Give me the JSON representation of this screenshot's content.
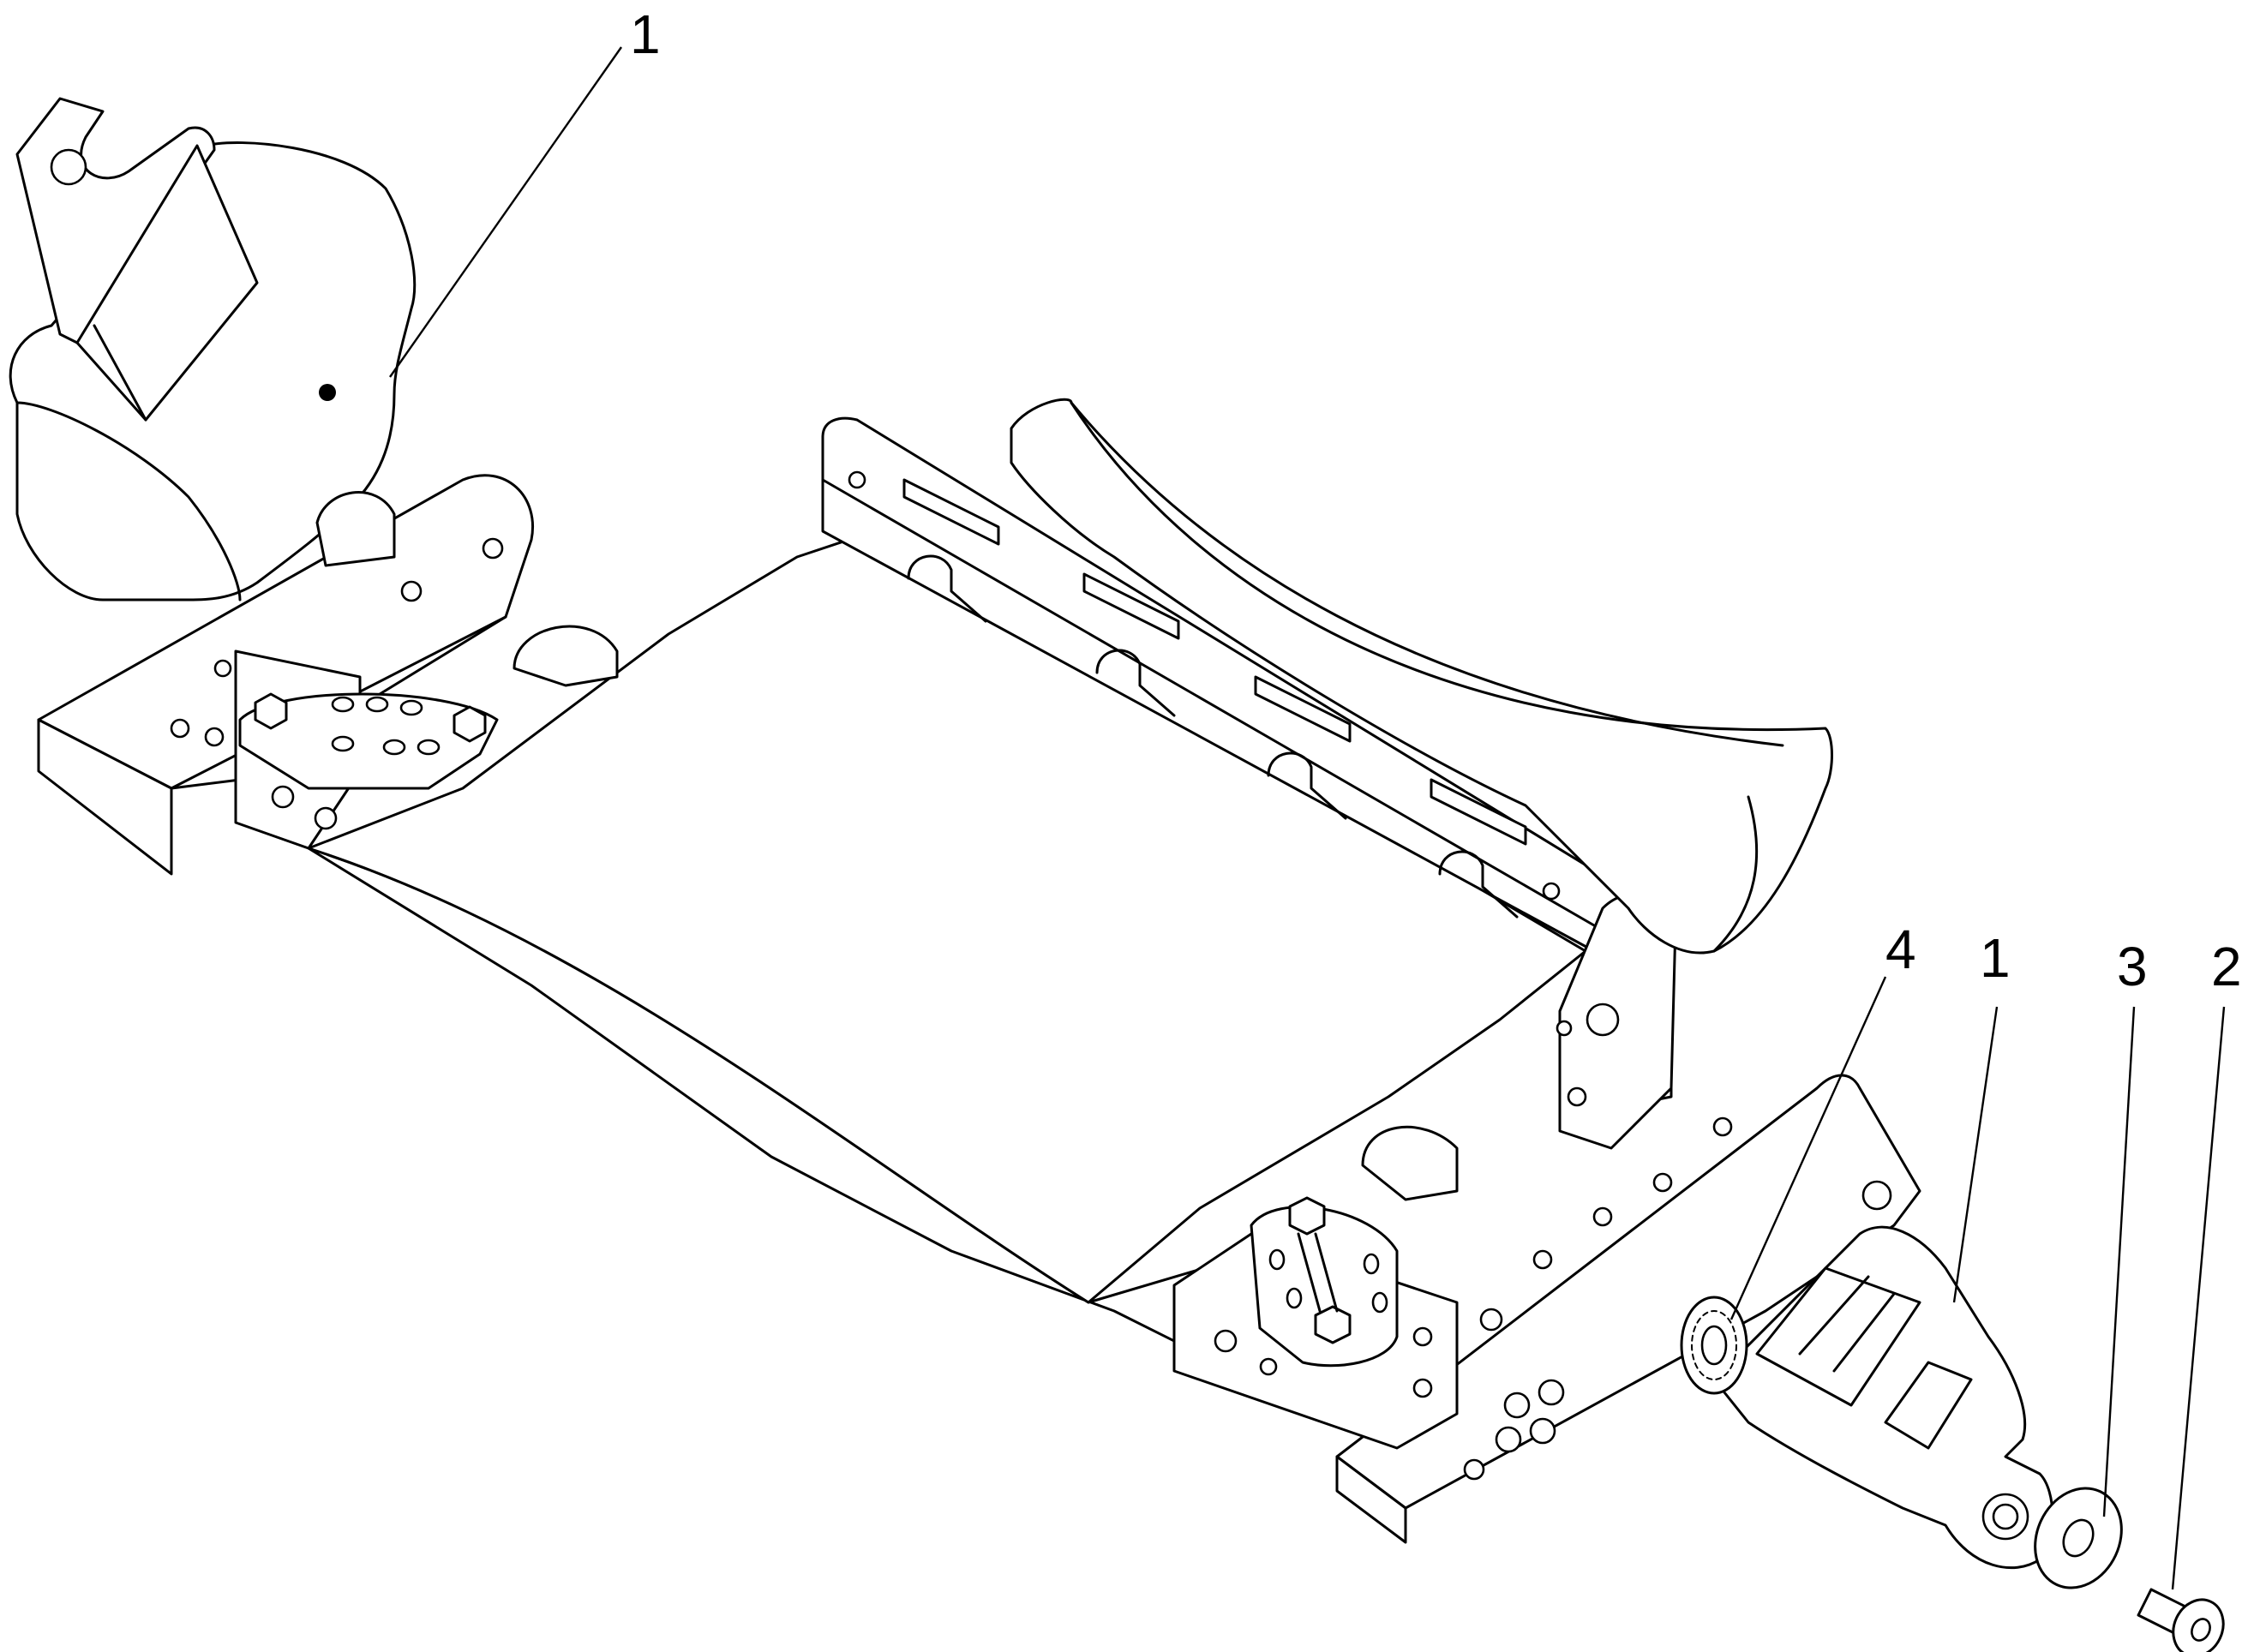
{
  "callouts": {
    "c1_top": "1",
    "c4": "4",
    "c1_right": "1",
    "c3": "3",
    "c2": "2"
  },
  "colors": {
    "line": "#000000",
    "background": "#ffffff"
  }
}
